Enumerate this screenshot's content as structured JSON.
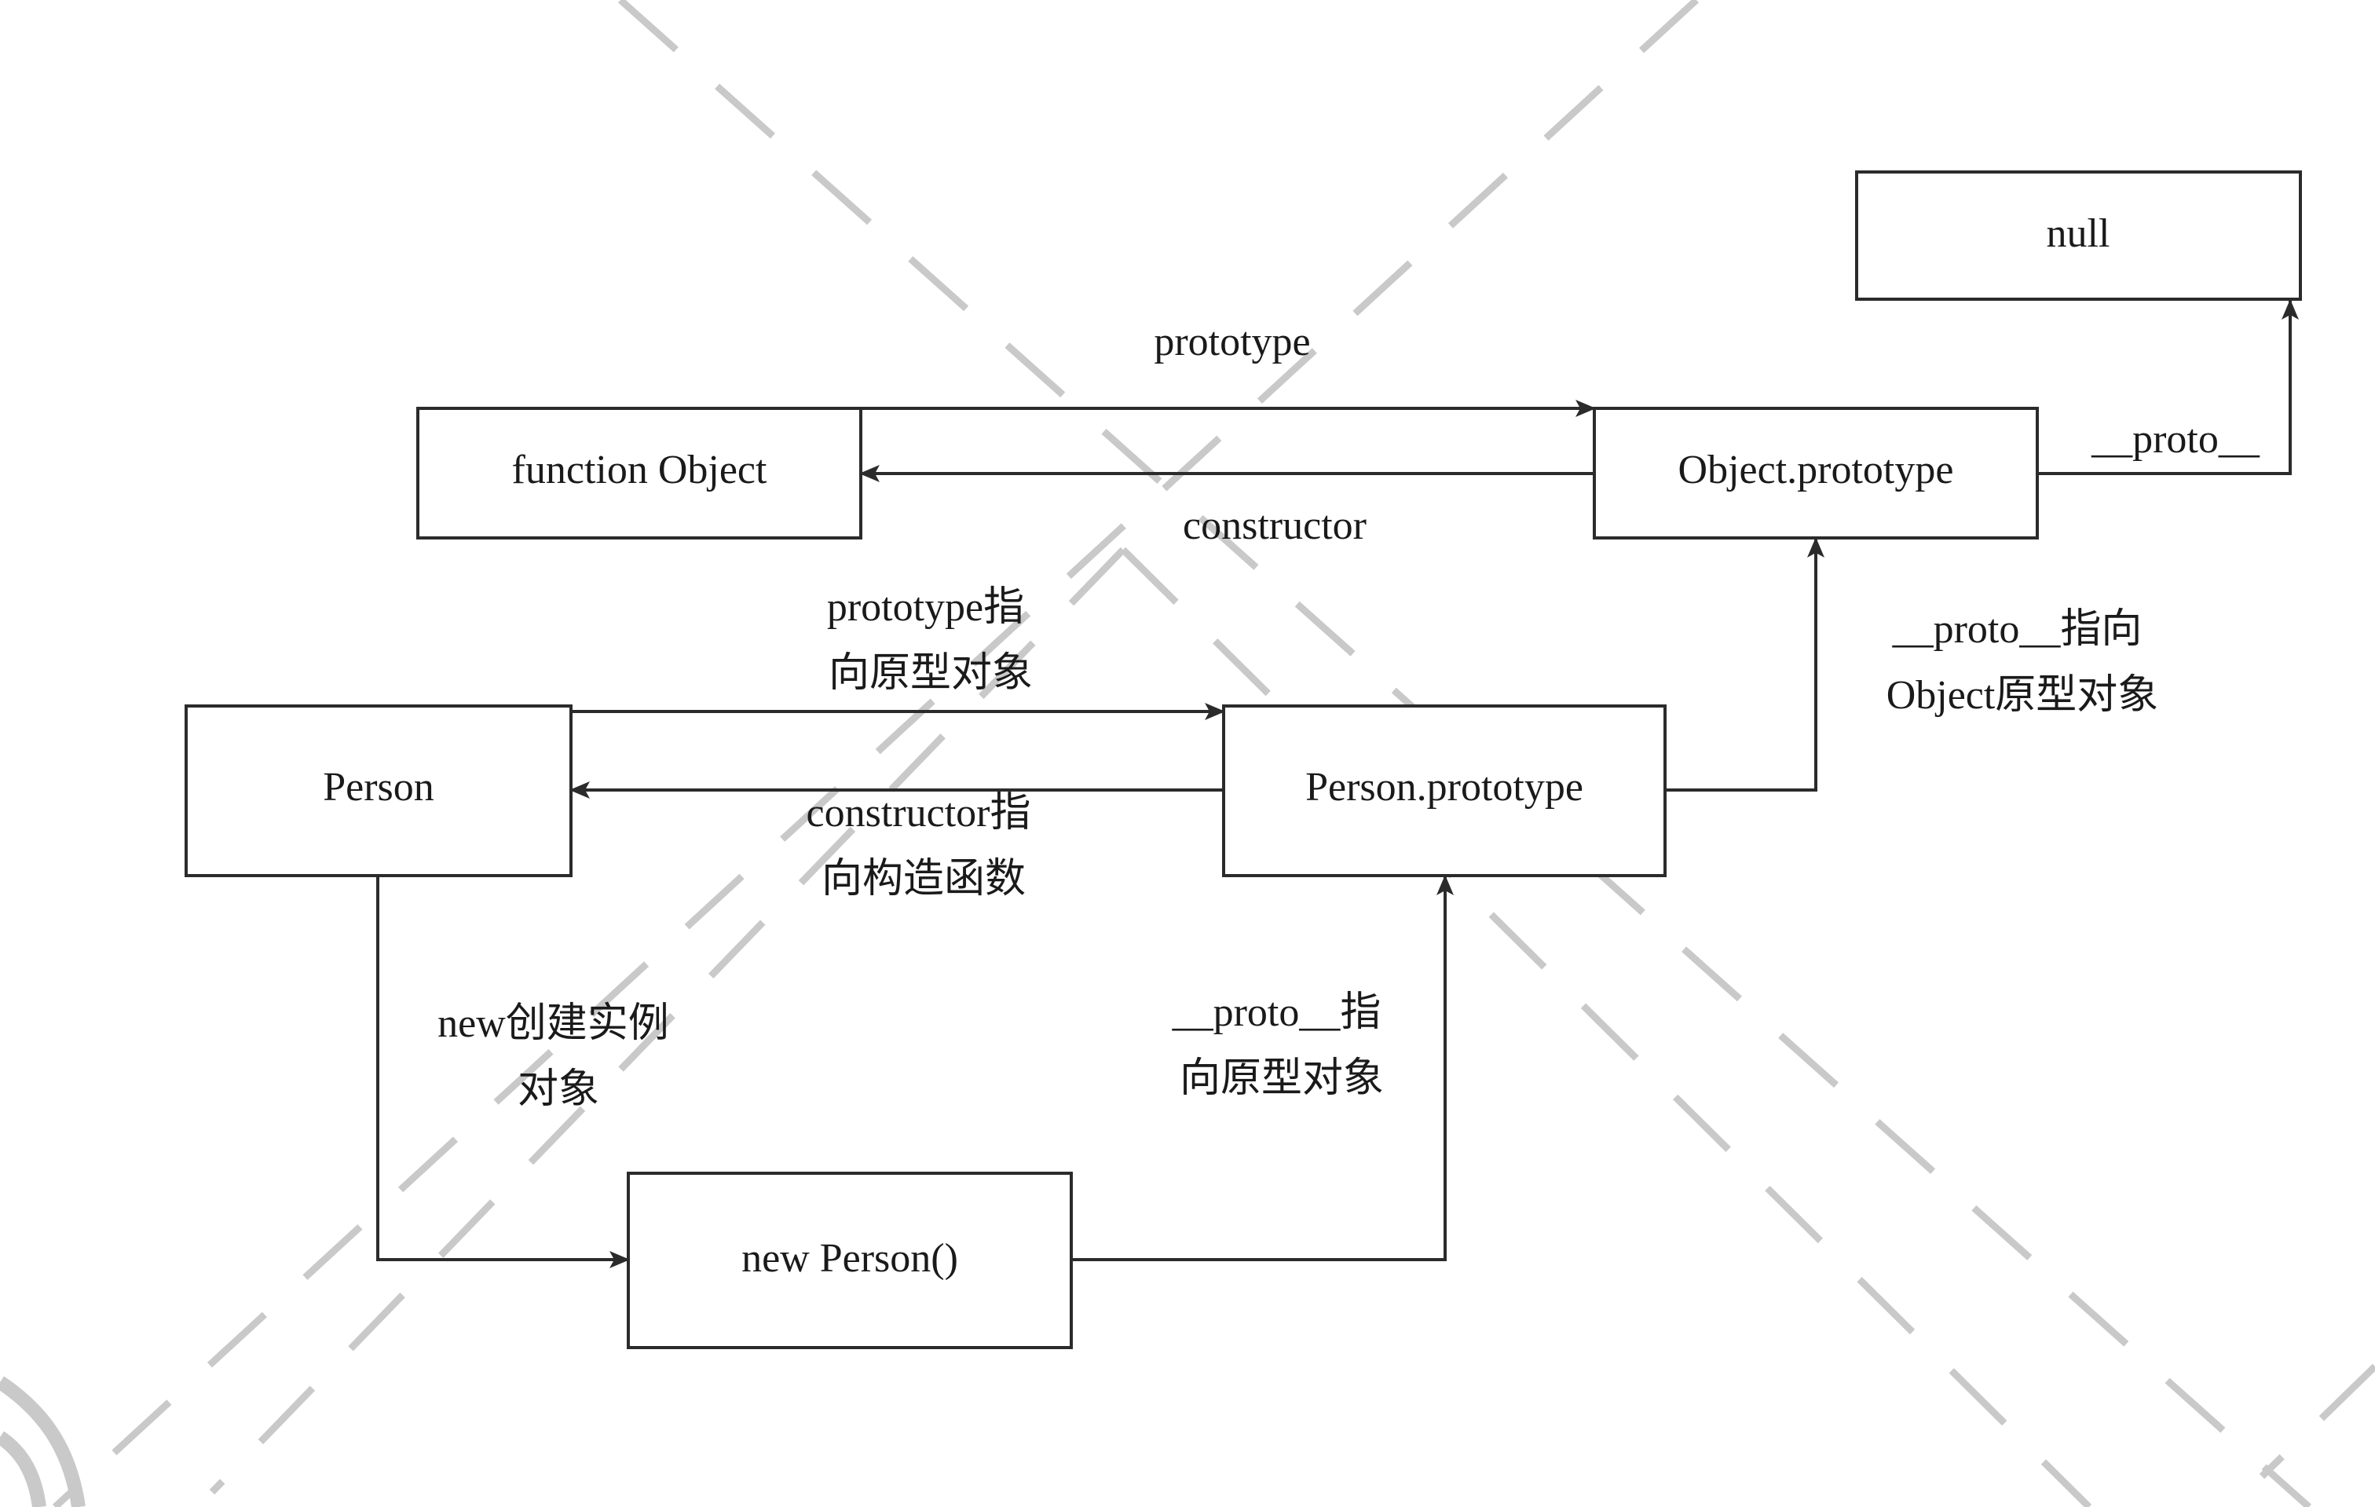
{
  "nodes": {
    "function_object": "function Object",
    "object_prototype": "Object.prototype",
    "null_node": "null",
    "person": "Person",
    "person_prototype": "Person.prototype",
    "new_person": "new Person()"
  },
  "edges": {
    "fo_to_op": [
      "prototype"
    ],
    "op_to_fo": [
      "constructor"
    ],
    "op_to_null": [
      "__proto__"
    ],
    "pp_to_op": [
      "__proto__指向",
      "Object原型对象"
    ],
    "person_to_pp": [
      "prototype指",
      "向原型对象"
    ],
    "pp_to_person": [
      "constructor指",
      "向构造函数"
    ],
    "person_to_np": [
      "new创建实例",
      "对象"
    ],
    "np_to_pp": [
      "__proto__指",
      "向原型对象"
    ]
  },
  "colors": {
    "stroke": "#2b2b2b",
    "text": "#1a1a1a",
    "watermark": "#c9c9c9",
    "background": "#ffffff"
  }
}
